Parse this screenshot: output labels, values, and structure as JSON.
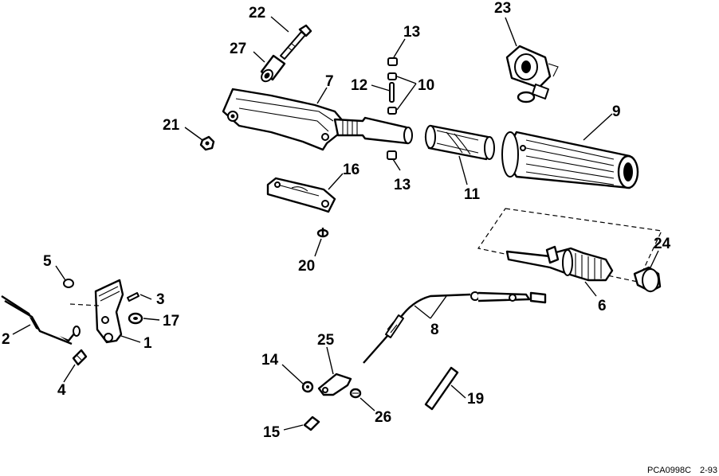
{
  "callouts": {
    "c1": "1",
    "c2": "2",
    "c3": "3",
    "c4": "4",
    "c5": "5",
    "c6": "6",
    "c7": "7",
    "c8": "8",
    "c9": "9",
    "c10": "10",
    "c11": "11",
    "c12": "12",
    "c13a": "13",
    "c13b": "13",
    "c14": "14",
    "c15": "15",
    "c16": "16",
    "c17": "17",
    "c19": "19",
    "c20": "20",
    "c21": "21",
    "c22": "22",
    "c23": "23",
    "c24": "24",
    "c25": "25",
    "c26": "26",
    "c27": "27"
  },
  "footer": {
    "code": "PCA0998C",
    "date": "2-93"
  }
}
